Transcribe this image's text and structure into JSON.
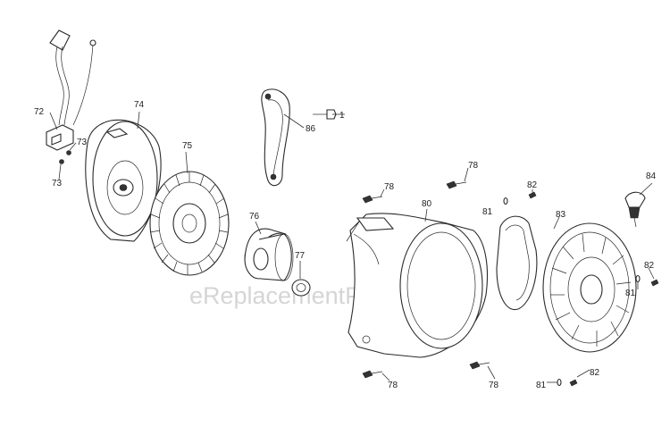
{
  "watermark": "eReplacementParts.com",
  "callouts": {
    "c1": "1",
    "c72": "72",
    "c73a": "73",
    "c73b": "73",
    "c74": "74",
    "c75": "75",
    "c76": "76",
    "c77": "77",
    "c86": "86",
    "c78a": "78",
    "c78b": "78",
    "c78c": "78",
    "c78d": "78",
    "c80": "80",
    "c81a": "81",
    "c81b": "81",
    "c81c": "81",
    "c82a": "82",
    "c82b": "82",
    "c82c": "82",
    "c83": "83",
    "c84": "84"
  }
}
